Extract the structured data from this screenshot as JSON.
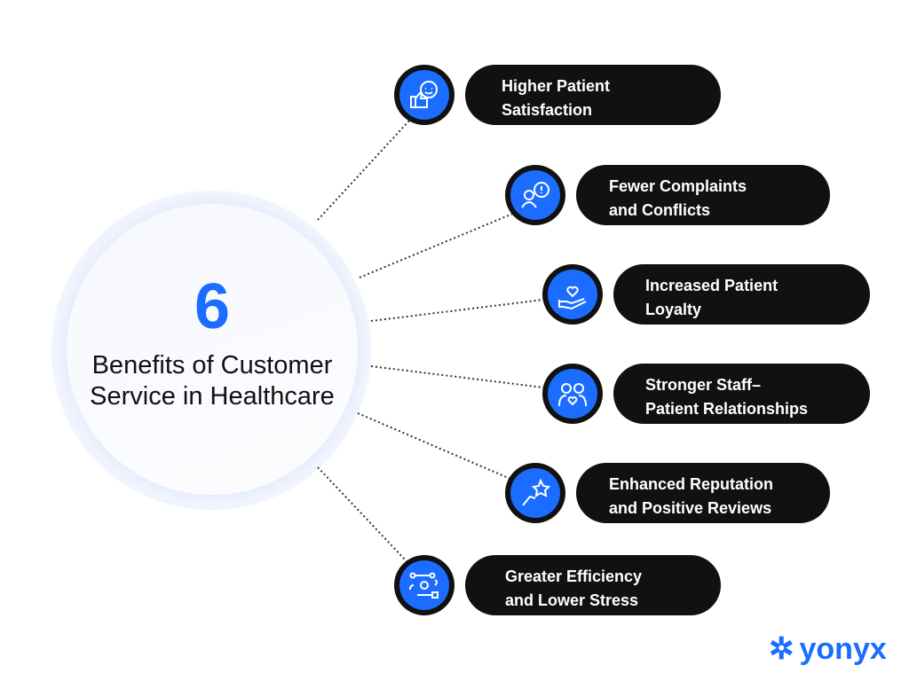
{
  "center": {
    "number": "6",
    "title": "Benefits of Customer Service in Healthcare"
  },
  "items": [
    {
      "label_line1": "Higher Patient",
      "label_line2": "Satisfaction",
      "icon": "thumbs-up-smile-icon"
    },
    {
      "label_line1": "Fewer Complaints",
      "label_line2": "and Conflicts",
      "icon": "person-alert-icon"
    },
    {
      "label_line1": "Increased Patient",
      "label_line2": "Loyalty",
      "icon": "hand-heart-icon"
    },
    {
      "label_line1": "Stronger Staff–",
      "label_line2": "Patient Relationships",
      "icon": "people-heart-icon"
    },
    {
      "label_line1": "Enhanced Reputation",
      "label_line2": "and Positive Reviews",
      "icon": "hand-star-icon"
    },
    {
      "label_line1": "Greater Efficiency",
      "label_line2": "and Lower Stress",
      "icon": "workflow-gear-icon"
    }
  ],
  "logo": {
    "text": "yonyx"
  },
  "colors": {
    "accent": "#1a6dff",
    "pill": "#111111"
  }
}
